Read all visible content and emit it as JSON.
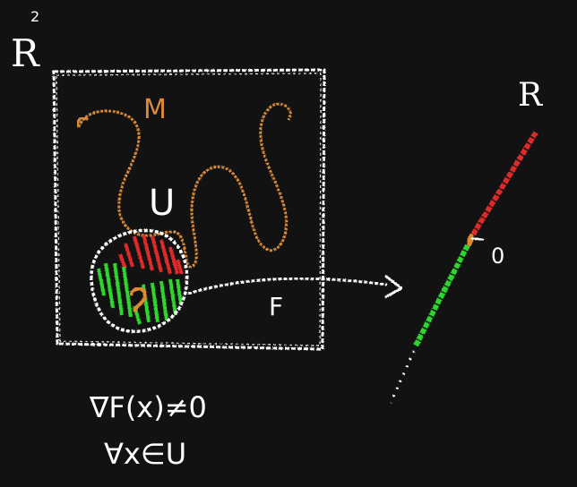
{
  "labels": {
    "domain_space": "R",
    "domain_space_exponent": "2",
    "manifold": "M",
    "open_set": "U",
    "map": "F",
    "target_space": "R",
    "origin": "0",
    "condition_line1": "∇F(x)≠0",
    "condition_line2": "∀x∈U"
  },
  "colors": {
    "background": "#121212",
    "chalk_white": "#ffffff",
    "manifold_orange": "#d98a3a",
    "positive_red": "#dd2a2a",
    "negative_green": "#2ed62e",
    "zero_orange": "#e0892f"
  },
  "icons": {
    "arrow": "right-arrow"
  }
}
